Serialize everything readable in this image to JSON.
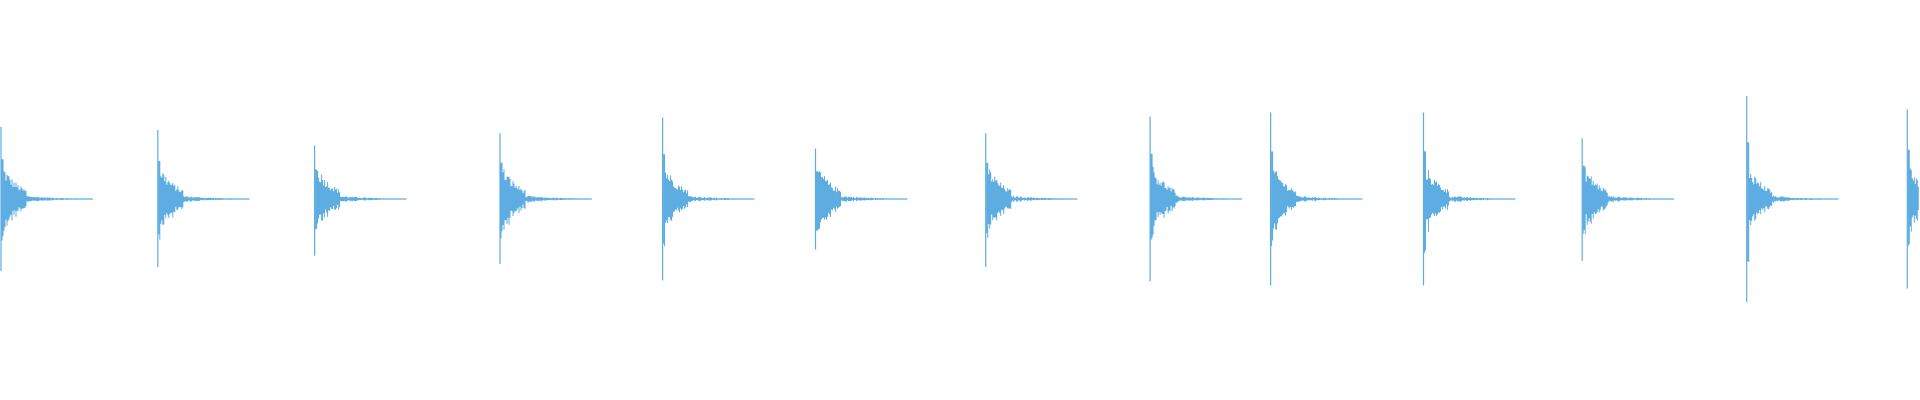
{
  "waveform": {
    "color": "#5dade2",
    "background": "#ffffff",
    "hits": [
      {
        "time": 0.0,
        "peak_pos": 0.7,
        "peak_neg": 0.7
      },
      {
        "time": 0.082,
        "peak_pos": 0.67,
        "peak_neg": 0.66
      },
      {
        "time": 0.164,
        "peak_pos": 0.52,
        "peak_neg": 0.55
      },
      {
        "time": 0.261,
        "peak_pos": 0.64,
        "peak_neg": 0.63
      },
      {
        "time": 0.346,
        "peak_pos": 0.79,
        "peak_neg": 0.79
      },
      {
        "time": 0.426,
        "peak_pos": 0.49,
        "peak_neg": 0.49
      },
      {
        "time": 0.515,
        "peak_pos": 0.64,
        "peak_neg": 0.66
      },
      {
        "time": 0.601,
        "peak_pos": 0.8,
        "peak_neg": 0.8
      },
      {
        "time": 0.664,
        "peak_pos": 0.84,
        "peak_neg": 0.84
      },
      {
        "time": 0.744,
        "peak_pos": 0.84,
        "peak_neg": 0.84
      },
      {
        "time": 0.827,
        "peak_pos": 0.59,
        "peak_neg": 0.6
      },
      {
        "time": 0.913,
        "peak_pos": 1.0,
        "peak_neg": 1.0
      },
      {
        "time": 0.997,
        "peak_pos": 0.87,
        "peak_neg": 0.87
      }
    ]
  }
}
